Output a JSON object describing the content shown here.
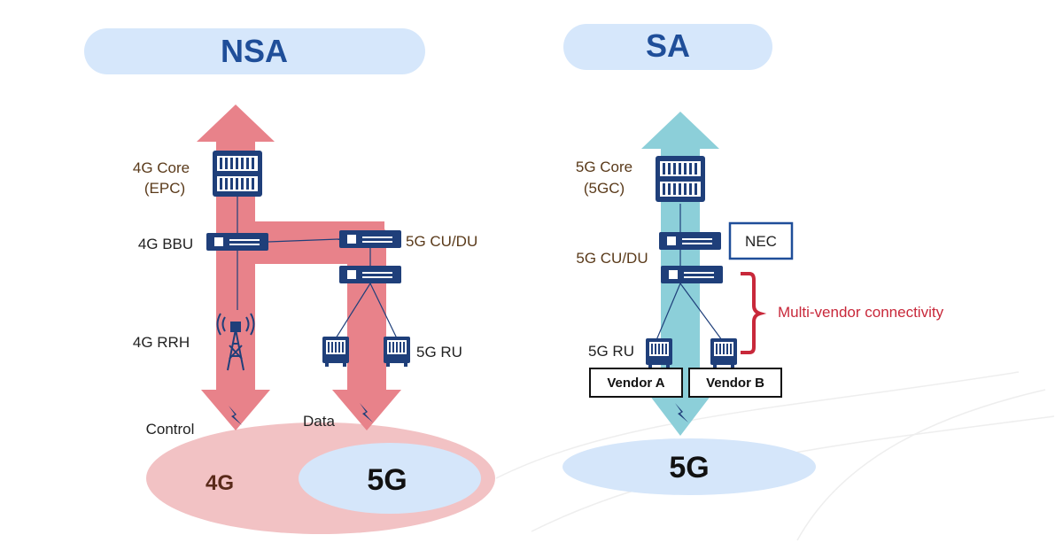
{
  "nsa": {
    "title": "NSA",
    "core_line1": "4G Core",
    "core_line2": "(EPC)",
    "bbu": "4G BBU",
    "rrh": "4G RRH",
    "cudu": "5G CU/DU",
    "ru": "5G RU",
    "control": "Control",
    "data": "Data",
    "gen4": "4G",
    "gen5": "5G"
  },
  "sa": {
    "title": "SA",
    "core_line1": "5G Core",
    "core_line2": "(5GC)",
    "cudu": "5G CU/DU",
    "ru": "5G RU",
    "nec": "NEC",
    "multivendor": "Multi-vendor connectivity",
    "vendor_a": "Vendor A",
    "vendor_b": "Vendor B",
    "gen5": "5G"
  },
  "colors": {
    "nsa_arrow": "#e8828a",
    "sa_arrow": "#8ccfd9",
    "title_pill": "#d6e7fb",
    "title_text": "#1f4e99",
    "equipment": "#1f3f7a",
    "accent_red": "#c8283a",
    "coverage_4g": "#f2c2c4",
    "coverage_5g": "#d5e6fa"
  }
}
